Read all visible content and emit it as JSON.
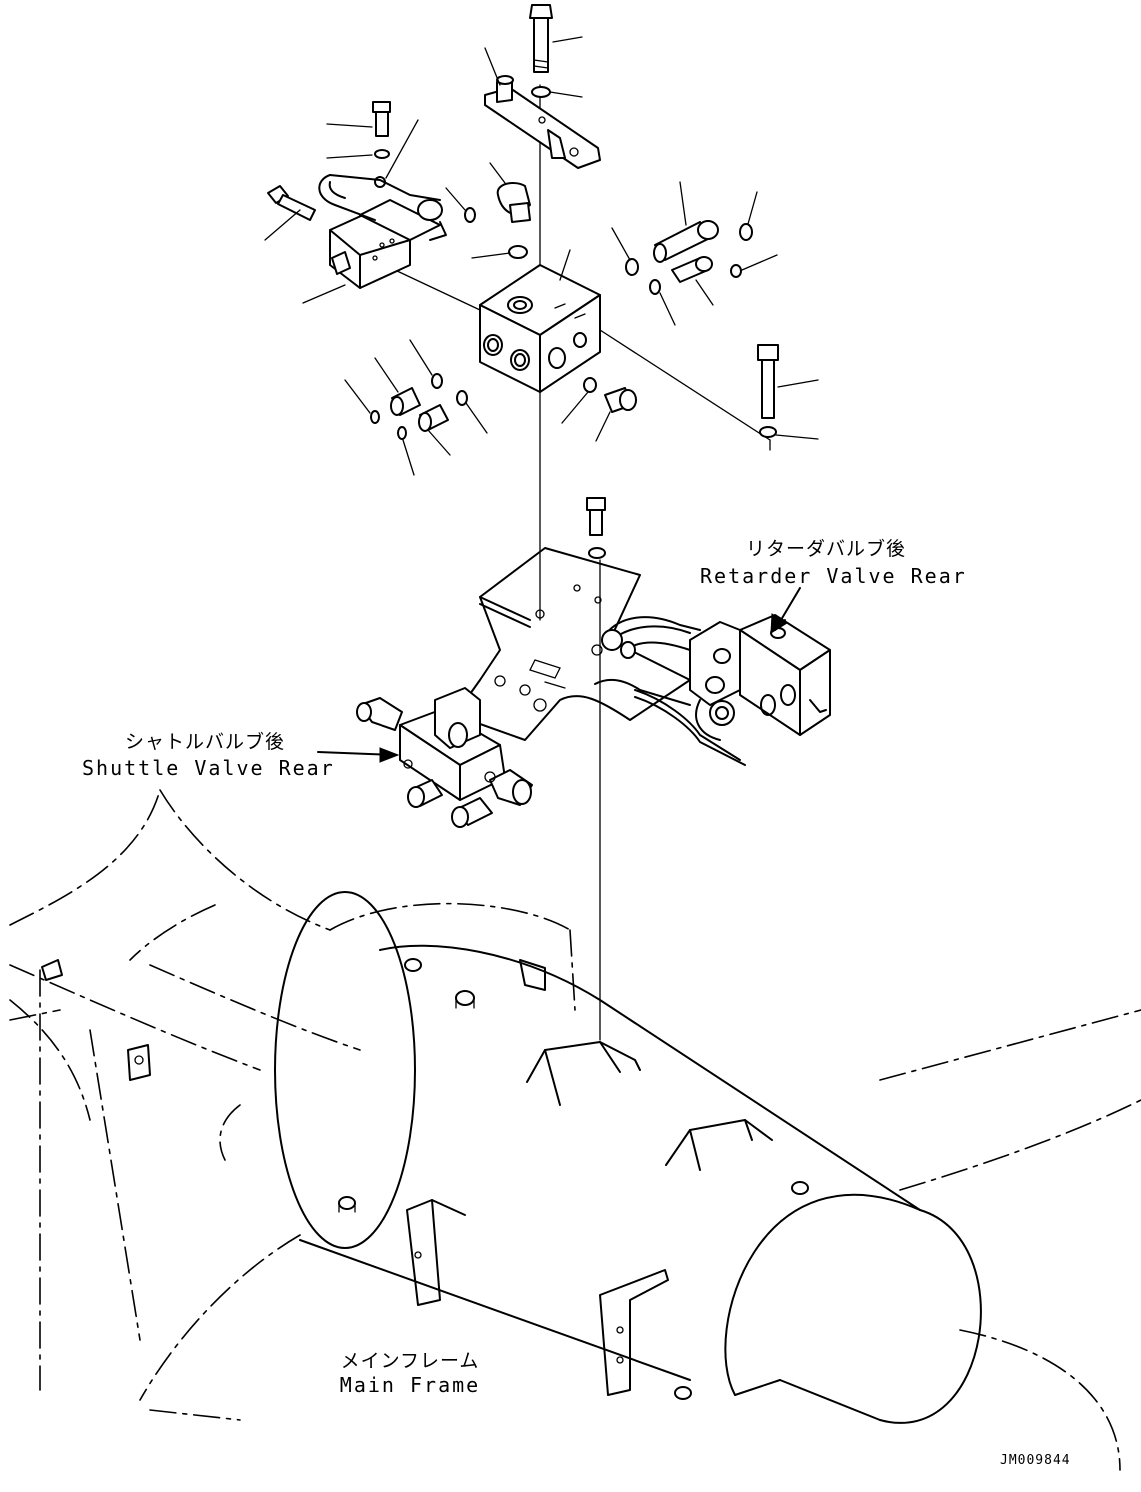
{
  "labels": {
    "retarder_valve": {
      "jp": "リターダバルブ後",
      "en": "Retarder Valve Rear"
    },
    "shuttle_valve": {
      "jp": "シャトルバルブ後",
      "en": "Shuttle Valve Rear"
    },
    "main_frame": {
      "jp": "メインフレーム",
      "en": "Main Frame"
    }
  },
  "drawing_code": "JM009844",
  "colors": {
    "ink": "#000000",
    "paper": "#ffffff"
  }
}
